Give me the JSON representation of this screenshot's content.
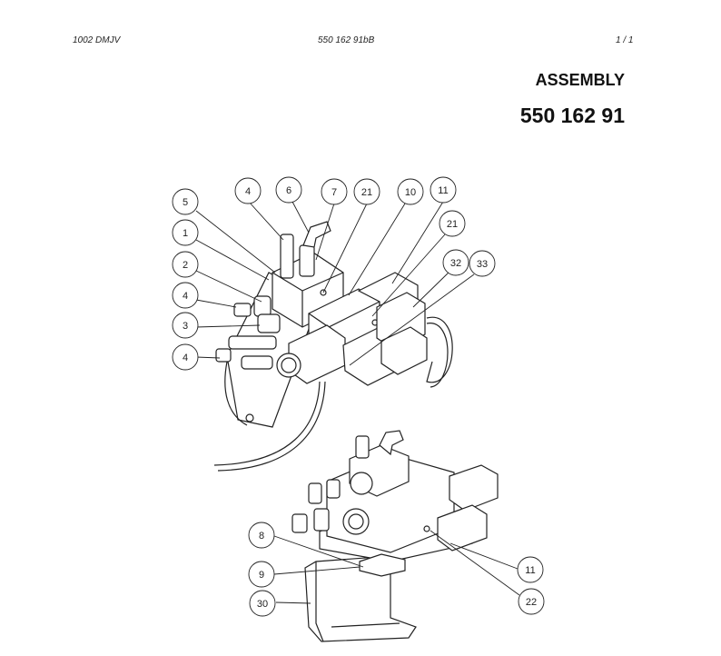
{
  "header": {
    "left": "1002 DMJV",
    "center": "550 162 91bB",
    "right": "1 /   1"
  },
  "title": {
    "label": "ASSEMBLY",
    "number": "550 162 91"
  },
  "callouts": {
    "c5": "5",
    "c1": "1",
    "c2": "2",
    "c4a": "4",
    "c3": "3",
    "c4b": "4",
    "c4top": "4",
    "c6": "6",
    "c7": "7",
    "c21a": "21",
    "c10": "10",
    "c11a": "11",
    "c21b": "21",
    "c32": "32",
    "c33": "33",
    "c8": "8",
    "c9": "9",
    "c30": "30",
    "c11b": "11",
    "c22": "22"
  }
}
